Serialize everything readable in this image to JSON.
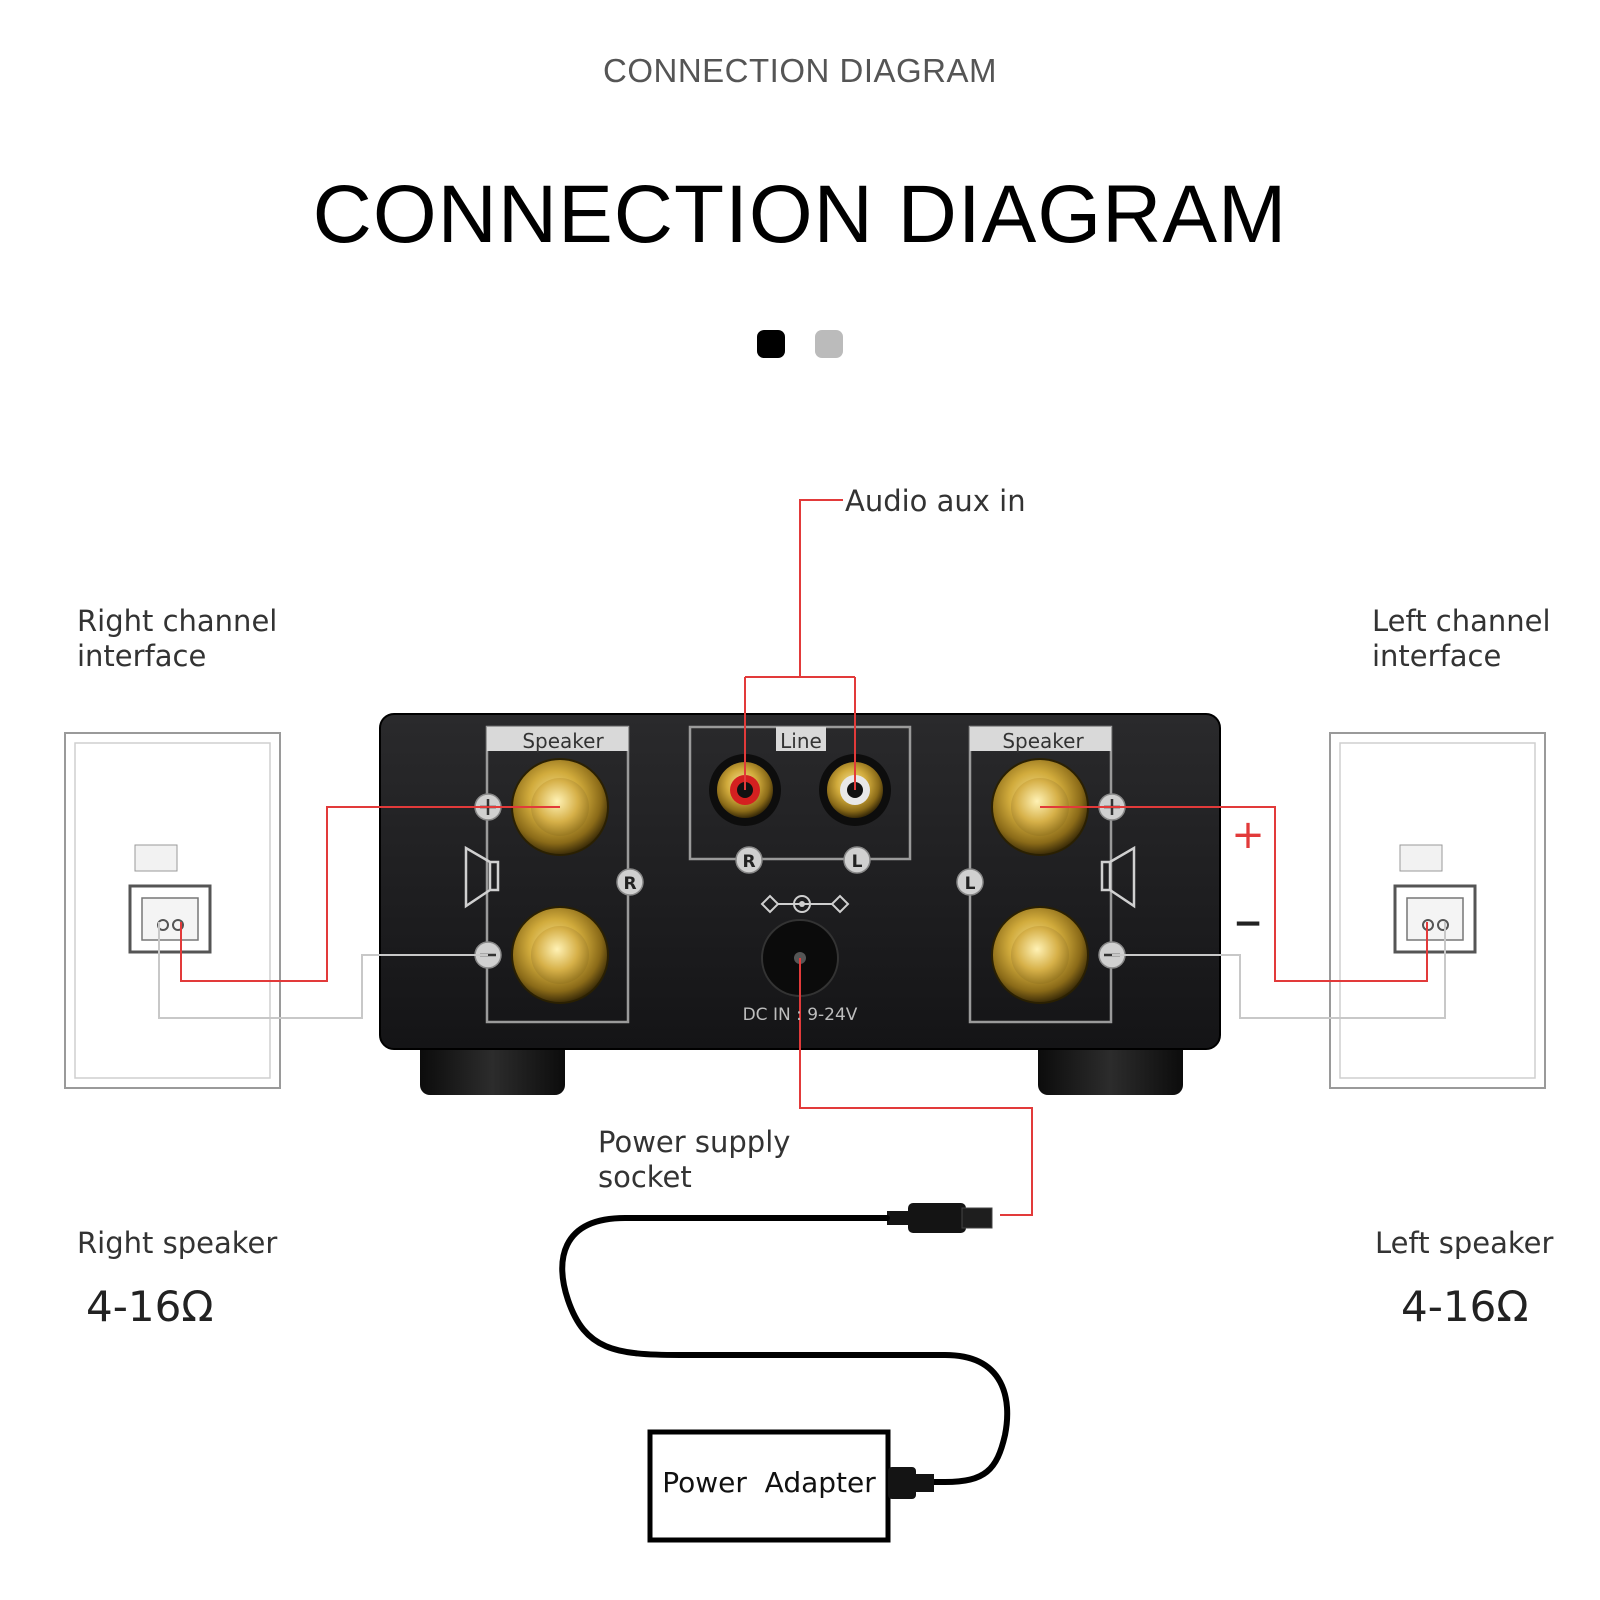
{
  "subtitle": "CONNECTION DIAGRAM",
  "title": "CONNECTION DIAGRAM",
  "pager": {
    "active_index": 0,
    "count": 2
  },
  "labels": {
    "audio_aux_in": "Audio aux in",
    "right_channel_line1": "Right channel",
    "right_channel_line2": "interface",
    "left_channel_line1": "Left channel",
    "left_channel_line2": "interface",
    "power_supply_line1": "Power supply",
    "power_supply_line2": "socket",
    "right_speaker": "Right speaker",
    "left_speaker": "Left speaker",
    "right_impedance": "4-16Ω",
    "left_impedance": "4-16Ω",
    "power_adapter": "Power  Adapter"
  },
  "amp": {
    "speaker_label_left": "Speaker",
    "speaker_label_right": "Speaker",
    "line_label": "Line",
    "r_badge": "R",
    "l_badge": "L",
    "rca_r": "R",
    "rca_l": "L",
    "dc_in": "DC IN : 9-24V"
  },
  "polarity": {
    "plus": "+",
    "minus": "−"
  },
  "colors": {
    "wire_red": "#e23a3a",
    "wire_grey": "#c8c8c8",
    "amp_body": "#1c1c1e",
    "gold": "#c9a227"
  }
}
